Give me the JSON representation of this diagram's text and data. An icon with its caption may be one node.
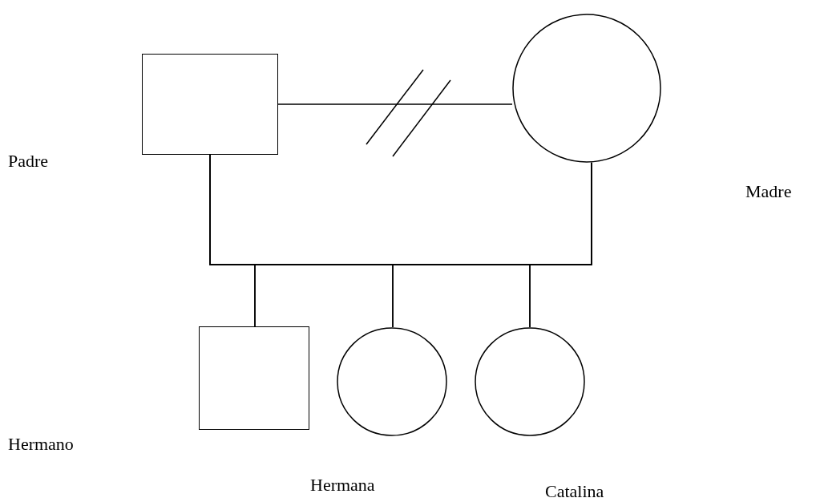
{
  "diagram": {
    "nodes": [
      {
        "text": [],
        "shape": "box"
      },
      {
        "text": [],
        "shape": "circle"
      },
      {
        "text": [],
        "shape": "box"
      },
      {
        "text": [],
        "shape": "circle"
      },
      {
        "text": [],
        "shape": "circle"
      }
    ],
    "edges": [
      {
        "from": 0,
        "to": 1,
        "arrow": "none"
      },
      {
        "from": 0,
        "to": 2,
        "arrow": "none"
      },
      {
        "from": 0,
        "to": 3,
        "arrow": "none"
      },
      {
        "from": 0,
        "to": 4,
        "arrow": "none"
      },
      {
        "from": 1,
        "to": 2,
        "arrow": "none"
      },
      {
        "from": 1,
        "to": 3,
        "arrow": "none"
      },
      {
        "from": 1,
        "to": 4,
        "arrow": "none"
      }
    ],
    "labels": [
      "Padre",
      "Madre",
      "Hermano",
      "Hermana",
      "Catalina"
    ]
  }
}
